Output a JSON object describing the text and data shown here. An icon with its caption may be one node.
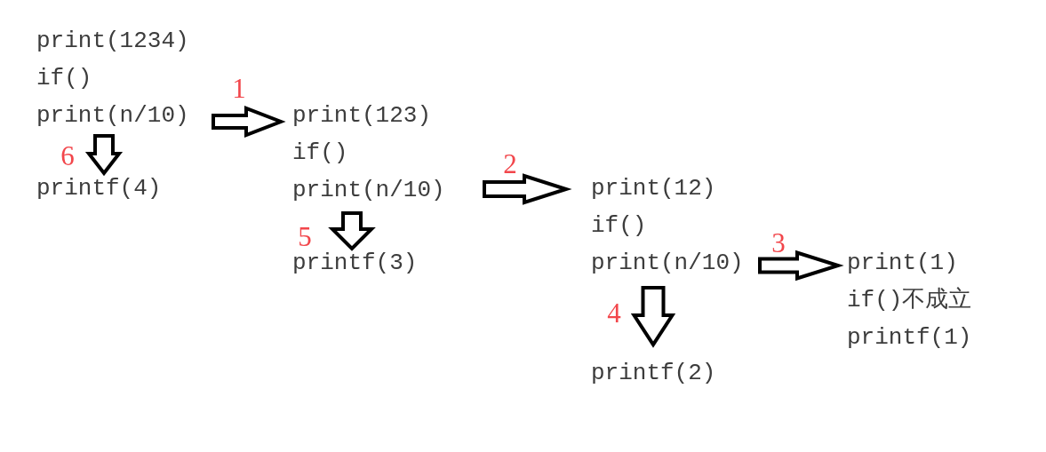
{
  "diagram": {
    "nodes": [
      {
        "text": [
          "print(1234)",
          "if()",
          "print(n/10)"
        ]
      },
      {
        "text": [
          "printf(4)"
        ]
      },
      {
        "text": [
          "print(123)",
          "if()",
          "print(n/10)"
        ]
      },
      {
        "text": [
          "printf(3)"
        ]
      },
      {
        "text": [
          "print(12)",
          "if()",
          "print(n/10)"
        ]
      },
      {
        "text": [
          "printf(2)"
        ]
      },
      {
        "text": [
          "print(1)",
          "if()不成立",
          "printf(1)"
        ]
      }
    ],
    "edges": [
      {
        "from": 0,
        "to": 2,
        "arrow": "to",
        "label": "1"
      },
      {
        "from": 2,
        "to": 4,
        "arrow": "to",
        "label": "2"
      },
      {
        "from": 4,
        "to": 6,
        "arrow": "to",
        "label": "3"
      },
      {
        "from": 4,
        "to": 5,
        "arrow": "to",
        "label": "4"
      },
      {
        "from": 2,
        "to": 3,
        "arrow": "to",
        "label": "5"
      },
      {
        "from": 0,
        "to": 1,
        "arrow": "to",
        "label": "6"
      }
    ]
  }
}
